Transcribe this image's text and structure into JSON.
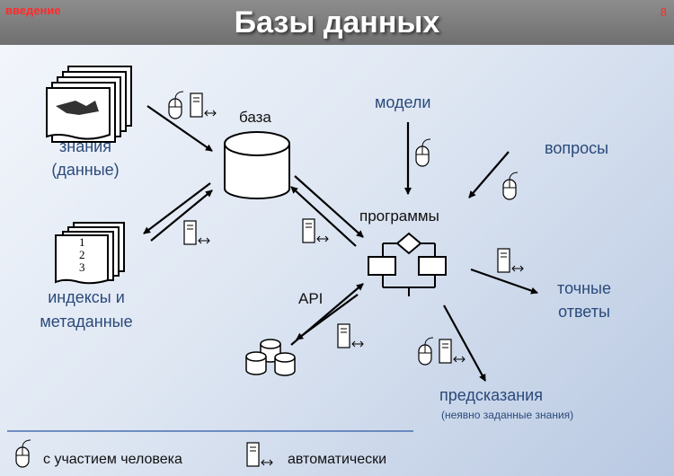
{
  "header": {
    "section": "введение",
    "title": "Базы данных",
    "page_number": "8"
  },
  "nodes": {
    "knowledge": {
      "line1": "знания",
      "line2": "(данные)"
    },
    "indexes": {
      "line1": "индексы и",
      "line2": "метаданные",
      "doc_lines": [
        "1",
        "2",
        "3"
      ]
    },
    "base": "база",
    "models": "модели",
    "questions": "вопросы",
    "programs": "программы",
    "api": "API",
    "exact_answers": {
      "line1": "точные",
      "line2": "ответы"
    },
    "predictions": {
      "line1": "предсказания",
      "line2": "(неявно заданные знания)"
    }
  },
  "legend": {
    "human": "с участием человека",
    "auto": "автоматически"
  },
  "icons": {
    "human": "mouse-icon",
    "auto": "computer-tower-icon",
    "knowledge": "document-stack-icon",
    "indexes": "numbered-document-stack-icon",
    "base": "database-cylinder-icon",
    "api": "database-cluster-icon",
    "programs": "flowchart-icon"
  },
  "colors": {
    "title_bar": "#7a7a7a",
    "section_text": "#ff2a2a",
    "node_text": "#2a4a7a",
    "legend_line": "#4a70b0"
  }
}
